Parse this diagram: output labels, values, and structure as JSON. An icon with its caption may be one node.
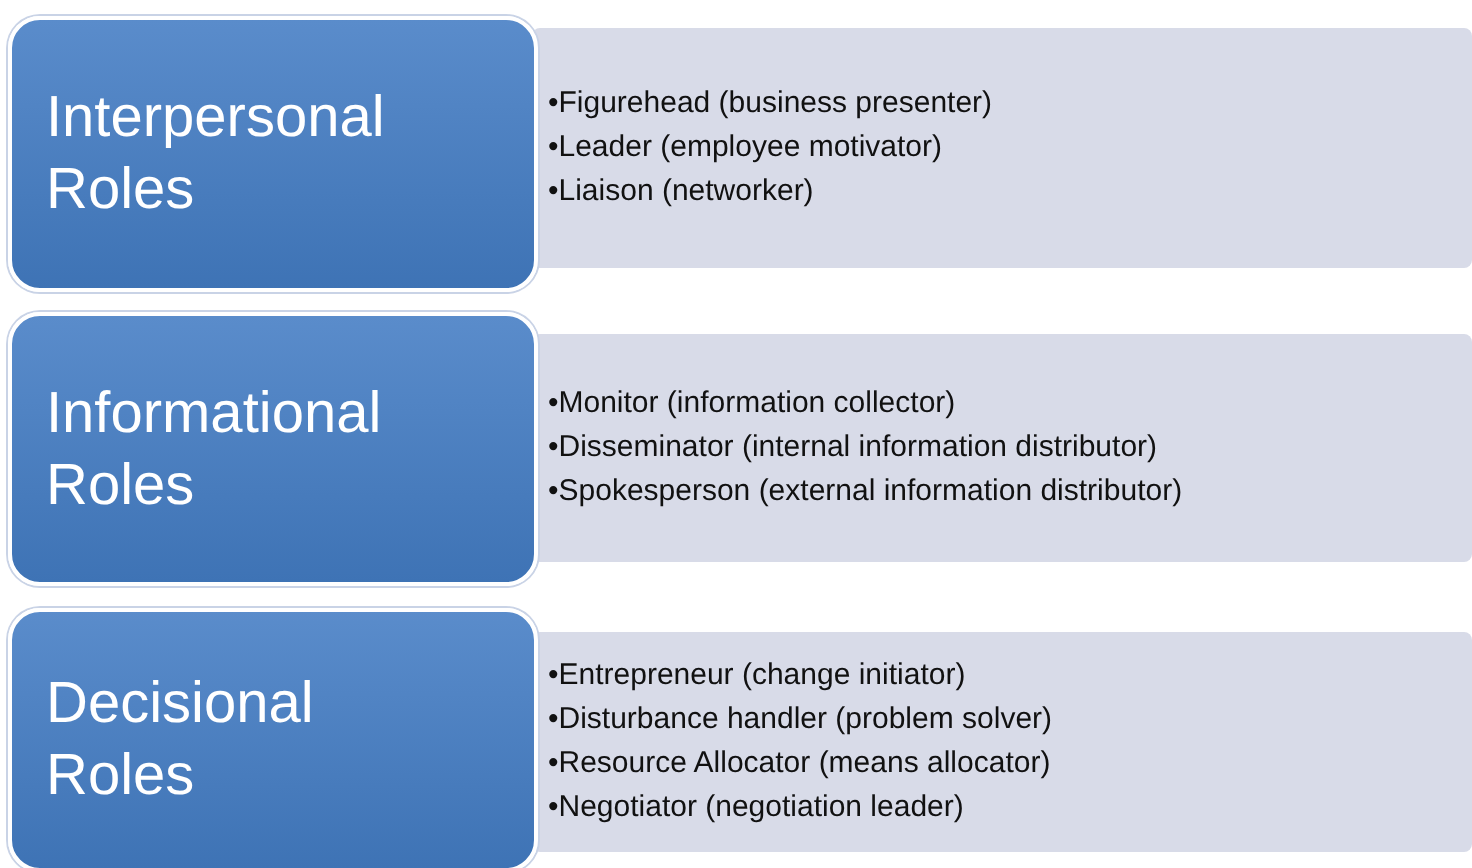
{
  "diagram": {
    "nodes": [
      {
        "text": [
          "Interpersonal Roles"
        ]
      },
      {
        "text": [
          "•Figurehead (business presenter)",
          "•Leader (employee motivator)",
          "•Liaison (networker)"
        ]
      },
      {
        "text": [
          "Informational Roles"
        ]
      },
      {
        "text": [
          "•Monitor (information collector)",
          "•Disseminator (internal information distributor)",
          "•Spokesperson (external information distributor)"
        ]
      },
      {
        "text": [
          "Decisional Roles"
        ]
      },
      {
        "text": [
          "•Entrepreneur (change initiator)",
          "•Disturbance handler (problem solver)",
          "•Resource Allocator (means allocator)",
          "•Negotiator (negotiation leader)"
        ]
      }
    ]
  }
}
